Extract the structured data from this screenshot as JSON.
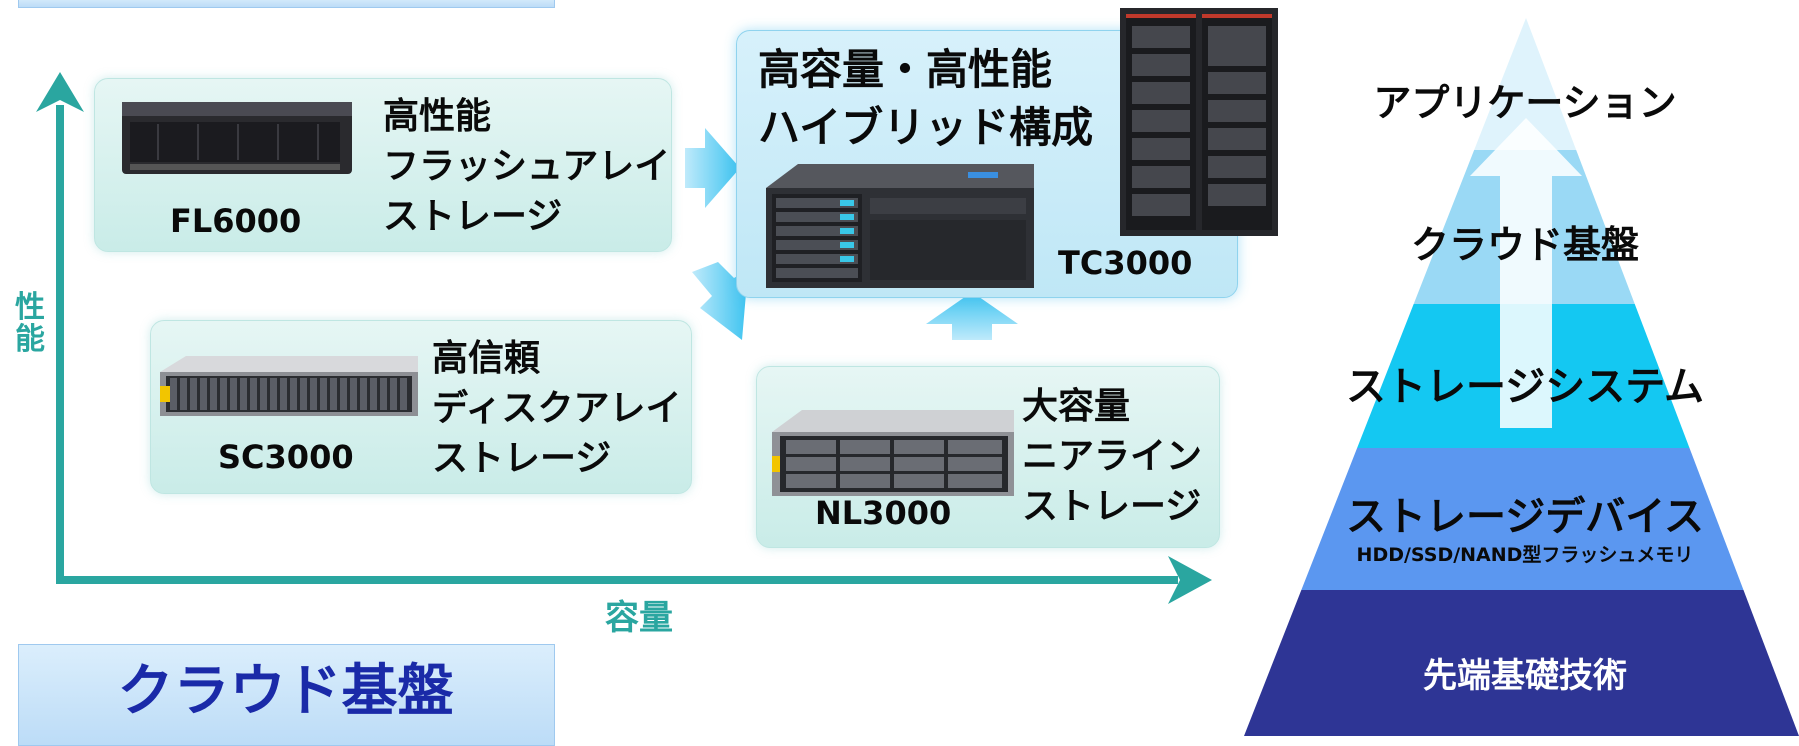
{
  "products": {
    "fl6000": {
      "model": "FL6000",
      "desc": [
        "高性能",
        "フラッシュアレイ",
        "ストレージ"
      ]
    },
    "sc3000": {
      "model": "SC3000",
      "desc": [
        "高信頼",
        "ディスクアレイ",
        "ストレージ"
      ]
    },
    "nl3000": {
      "model": "NL3000",
      "desc": [
        "大容量",
        "ニアライン",
        "ストレージ"
      ]
    },
    "tc3000": {
      "model": "TC3000",
      "title": [
        "高容量・高性能",
        "ハイブリッド構成"
      ]
    }
  },
  "axes": {
    "y_label": "性能",
    "x_label": "容量"
  },
  "banner": {
    "label": "クラウド基盤"
  },
  "pyramid": {
    "layers": [
      {
        "label": "アプリケーション",
        "color": "#dff3fc"
      },
      {
        "label": "クラウド基盤",
        "color": "#9ad9f5"
      },
      {
        "label": "ストレージシステム",
        "color": "#14c8f2"
      },
      {
        "label": "ストレージデバイス",
        "sublabel": "HDD/SSD/NAND型フラッシュメモリ",
        "color": "#5b97f0"
      },
      {
        "label": "先端基礎技術",
        "color": "#2e3595"
      }
    ]
  },
  "colors": {
    "axis": "#2aa6a0",
    "arrow": "#3cc3f0"
  }
}
